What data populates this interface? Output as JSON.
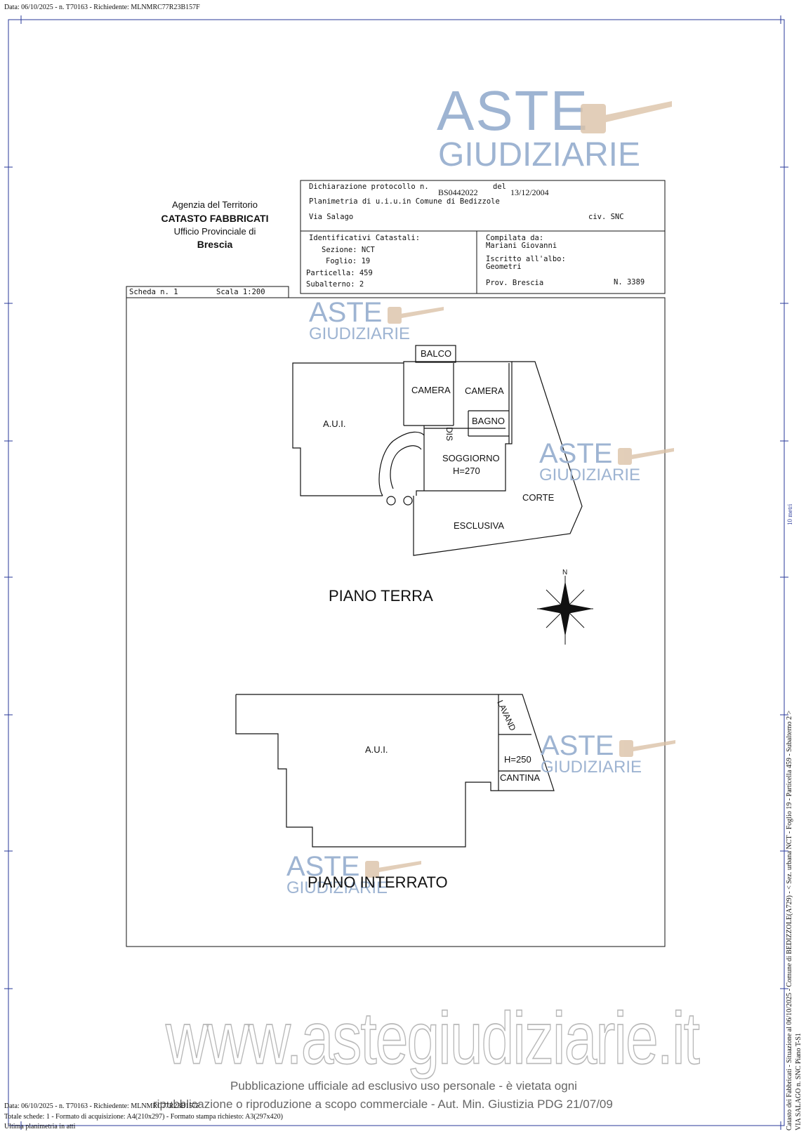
{
  "header": {
    "top_line": "Data: 06/10/2025 - n. T70163 - Richiedente: MLNMRC77R23B157F"
  },
  "agency": {
    "line1": "Agenzia del Territorio",
    "line2": "CATASTO FABBRICATI",
    "line3": "Ufficio Provinciale di",
    "line4": "Brescia"
  },
  "declaration": {
    "protocol_label": "Dichiarazione protocollo n.",
    "protocol_number": "BS0442022",
    "del_label": "del",
    "date": "13/12/2004",
    "planimetria": "Planimetria di u.i.u.in Comune di Bedizzole",
    "address": "Via Salago",
    "civ": "civ. SNC"
  },
  "identificativi": {
    "title": "Identificativi Catastali:",
    "sezione": "Sezione: NCT",
    "foglio": "Foglio: 19",
    "particella": "Particella: 459",
    "subalterno": "Subalterno: 2"
  },
  "compilata": {
    "title": "Compilata da:",
    "name": "Mariani Giovanni",
    "albo_label": "Iscritto all'albo:",
    "albo": "Geometri",
    "prov": "Prov. Brescia",
    "numero": "N.  3389"
  },
  "scheda": {
    "scheda": "Scheda n. 1",
    "scala": "Scala 1:200"
  },
  "plan": {
    "balco": "BALCO",
    "camera1": "CAMERA",
    "camera2": "CAMERA",
    "aui_top": "A.U.I.",
    "dis": "DIS",
    "bagno": "BAGNO",
    "soggiorno": "SOGGIORNO",
    "h270": "H=270",
    "corte": "CORTE",
    "esclusiva": "ESCLUSIVA",
    "piano_terra": "PIANO TERRA",
    "compass_n": "N",
    "lavand": "LAVAND",
    "aui_bottom": "A.U.I.",
    "h250": "H=250",
    "cantina": "CANTINA",
    "piano_interrato": "PIANO INTERRATO"
  },
  "watermark": {
    "aste": "ASTE",
    "giudiziarie": "GIUDIZIARIE",
    "url": "www.astegiudiziarie.it",
    "notice1": "Pubblicazione ufficiale ad esclusivo uso personale - è vietata ogni",
    "notice2": "ripubblicazione o riproduzione a scopo commerciale - Aut. Min. Giustizia PDG 21/07/09"
  },
  "footer": {
    "line1": "Data: 06/10/2025 - n. T70163 - Richiedente: MLNMRC77R23B157F",
    "line2": "Totale schede: 1 - Formato di acquisizione: A4(210x297) - Formato stampa richiesto: A3(297x420)",
    "line3": "Ultima planimetria in atti"
  },
  "side": {
    "line1": "Catasto dei Fabbricati - Situazione al 06/10/2025 - Comune di BEDIZZOLE(A729) - < Sez. urbana NCT - Foglio 19 - Particella 459 - Subalterno 2 >",
    "line2": "VIA SALAGO n. SNC Piano T-S1",
    "metri": "10 metri"
  },
  "colors": {
    "watermark": "#9eb4d2",
    "frame": "#2a3a9a",
    "ink": "#111111"
  }
}
